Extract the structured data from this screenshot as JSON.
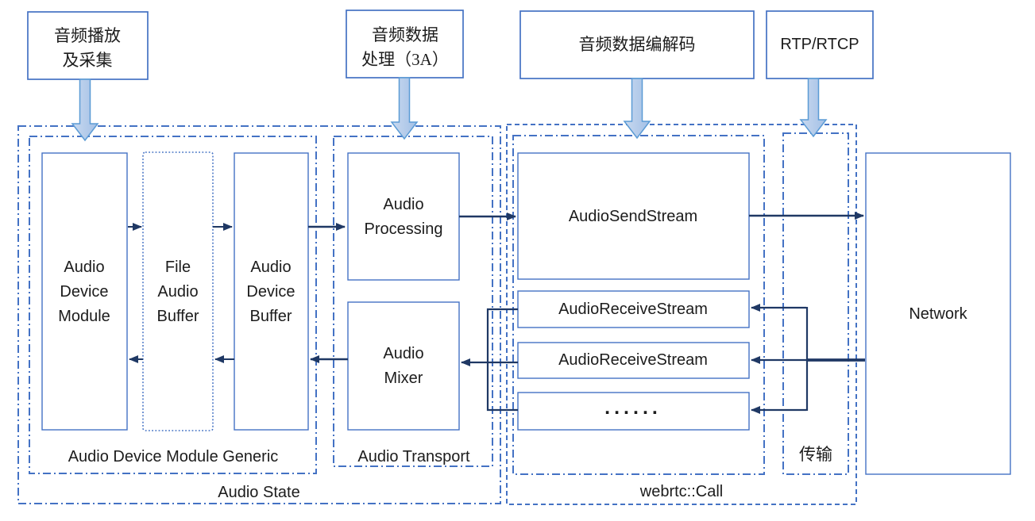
{
  "top_labels": {
    "playback_capture": {
      "line1": "音频播放",
      "line2": "及采集"
    },
    "processing_3a": {
      "line1": "音频数据",
      "line2": "处理（3A）"
    },
    "codec": {
      "line1": "音频数据编解码"
    },
    "rtp_rtcp": {
      "line1": "RTP/RTCP"
    }
  },
  "containers": {
    "audio_state_label": "Audio State",
    "adm_generic_label": "Audio Device Module Generic",
    "audio_transport_label": "Audio Transport",
    "webrtc_call_label": "webrtc::Call",
    "transport_cn_label": "传输"
  },
  "boxes": {
    "audio_device_module": {
      "line1": "Audio",
      "line2": "Device",
      "line3": "Module"
    },
    "file_audio_buffer": {
      "line1": "File",
      "line2": "Audio",
      "line3": "Buffer"
    },
    "audio_device_buffer": {
      "line1": "Audio",
      "line2": "Device",
      "line3": "Buffer"
    },
    "audio_processing": {
      "line1": "Audio",
      "line2": "Processing"
    },
    "audio_mixer": {
      "line1": "Audio",
      "line2": "Mixer"
    },
    "audio_send_stream": "AudioSendStream",
    "audio_receive_stream_1": "AudioReceiveStream",
    "audio_receive_stream_2": "AudioReceiveStream",
    "more_streams": "......",
    "network": "Network"
  },
  "colors": {
    "container_border": "#4472C4",
    "box_border": "#4472C4",
    "arrow": "#1F3864",
    "big_arrow_fill_light": "#C9D9EF",
    "big_arrow_fill_dark": "#A3C0E6",
    "big_arrow_border": "#5B9BD5",
    "text": "#1C1C1C"
  }
}
